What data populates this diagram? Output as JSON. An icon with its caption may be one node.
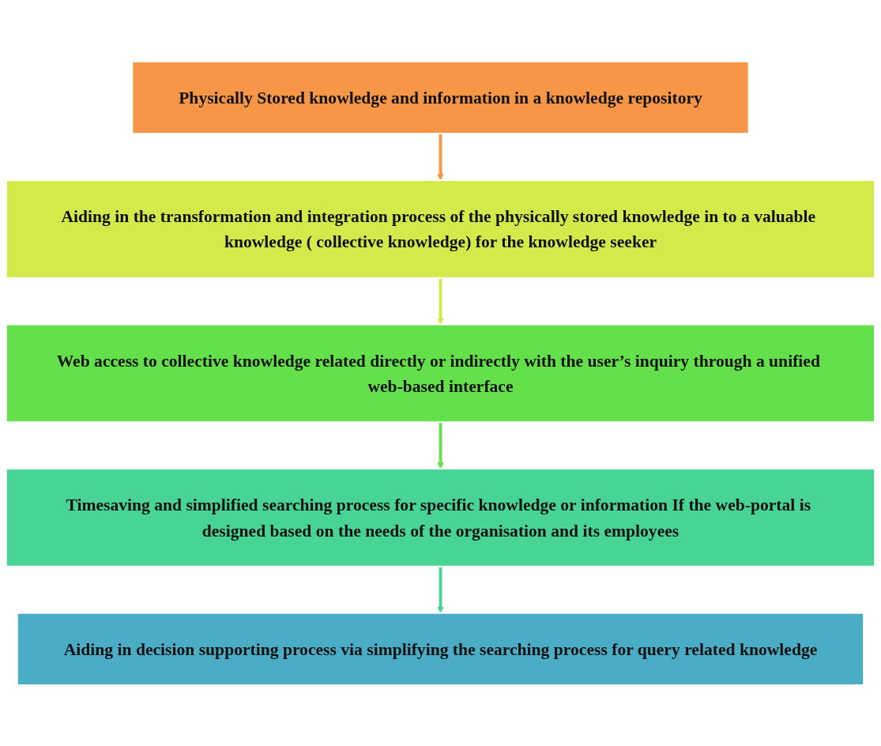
{
  "diagram": {
    "nodes": [
      {
        "text": [
          "Physically Stored knowledge and information in a knowledge repository"
        ]
      },
      {
        "text": [
          "Aiding in the transformation and integration process of the physically stored knowledge in to a valuable knowledge ( collective knowledge) for the knowledge seeker"
        ]
      },
      {
        "text": [
          "Web access to collective knowledge related directly or indirectly with the user’s inquiry through a unified web-based interface"
        ]
      },
      {
        "text": [
          "Timesaving and simplified searching process for specific knowledge or information If the web-portal is designed based on the needs of the organisation and its employees"
        ]
      },
      {
        "text": [
          "Aiding in decision supporting process via simplifying the searching process for query related knowledge"
        ]
      }
    ],
    "edges": [
      {
        "from": 0,
        "to": 1,
        "arrow": "to",
        "color": "#f79646"
      },
      {
        "from": 1,
        "to": 2,
        "arrow": "to",
        "color": "#d4ea4a"
      },
      {
        "from": 2,
        "to": 3,
        "arrow": "to",
        "color": "#63e04a"
      },
      {
        "from": 3,
        "to": 4,
        "arrow": "to",
        "color": "#48d494"
      }
    ]
  }
}
